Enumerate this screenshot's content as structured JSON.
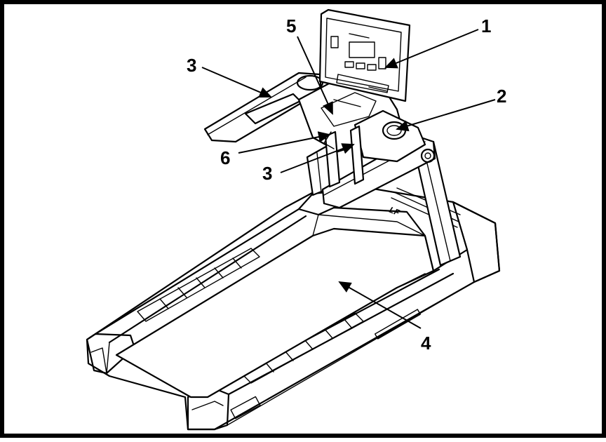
{
  "callouts": {
    "c1": "1",
    "c2": "2",
    "c3a": "3",
    "c3b": "3",
    "c4": "4",
    "c5": "5",
    "c6": "6"
  },
  "colors": {
    "line": "#000000",
    "background": "#ffffff",
    "border": "#000000"
  },
  "logo_text": "Life Fitness"
}
